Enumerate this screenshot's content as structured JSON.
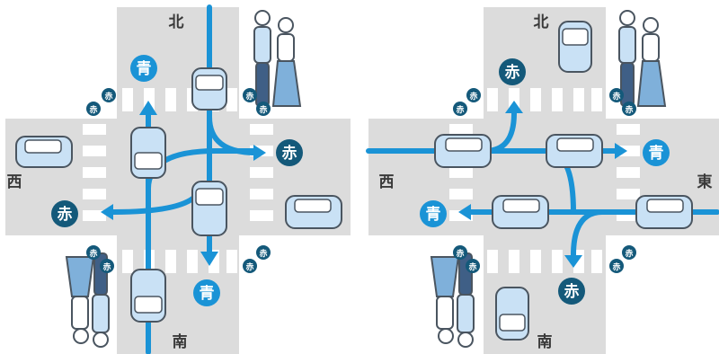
{
  "directions": {
    "north": "北",
    "south": "南",
    "east": "東",
    "west": "西"
  },
  "signal_words": {
    "blue": "青",
    "red": "赤"
  },
  "colors": {
    "road": "#dcdcdc",
    "crosswalk": "#ffffff",
    "arrow": "#1a93d6",
    "signal_blue_fill": "#1a93d6",
    "signal_red_fill": "#14597a",
    "car_body": "#c9e1f5",
    "car_outline": "#4a5560",
    "car_window": "#ffffff"
  },
  "panels": [
    {
      "name": "left",
      "signals": {
        "north": "青",
        "south": "青",
        "east": "赤",
        "west": "赤",
        "ped_nw": "赤",
        "ped_ne": "赤",
        "ped_se": "赤",
        "ped_sw": "赤"
      }
    },
    {
      "name": "right",
      "signals": {
        "north": "赤",
        "south": "赤",
        "east": "青",
        "west": "青",
        "ped_nw": "赤",
        "ped_ne": "赤",
        "ped_se": "赤",
        "ped_sw": "赤"
      }
    }
  ]
}
